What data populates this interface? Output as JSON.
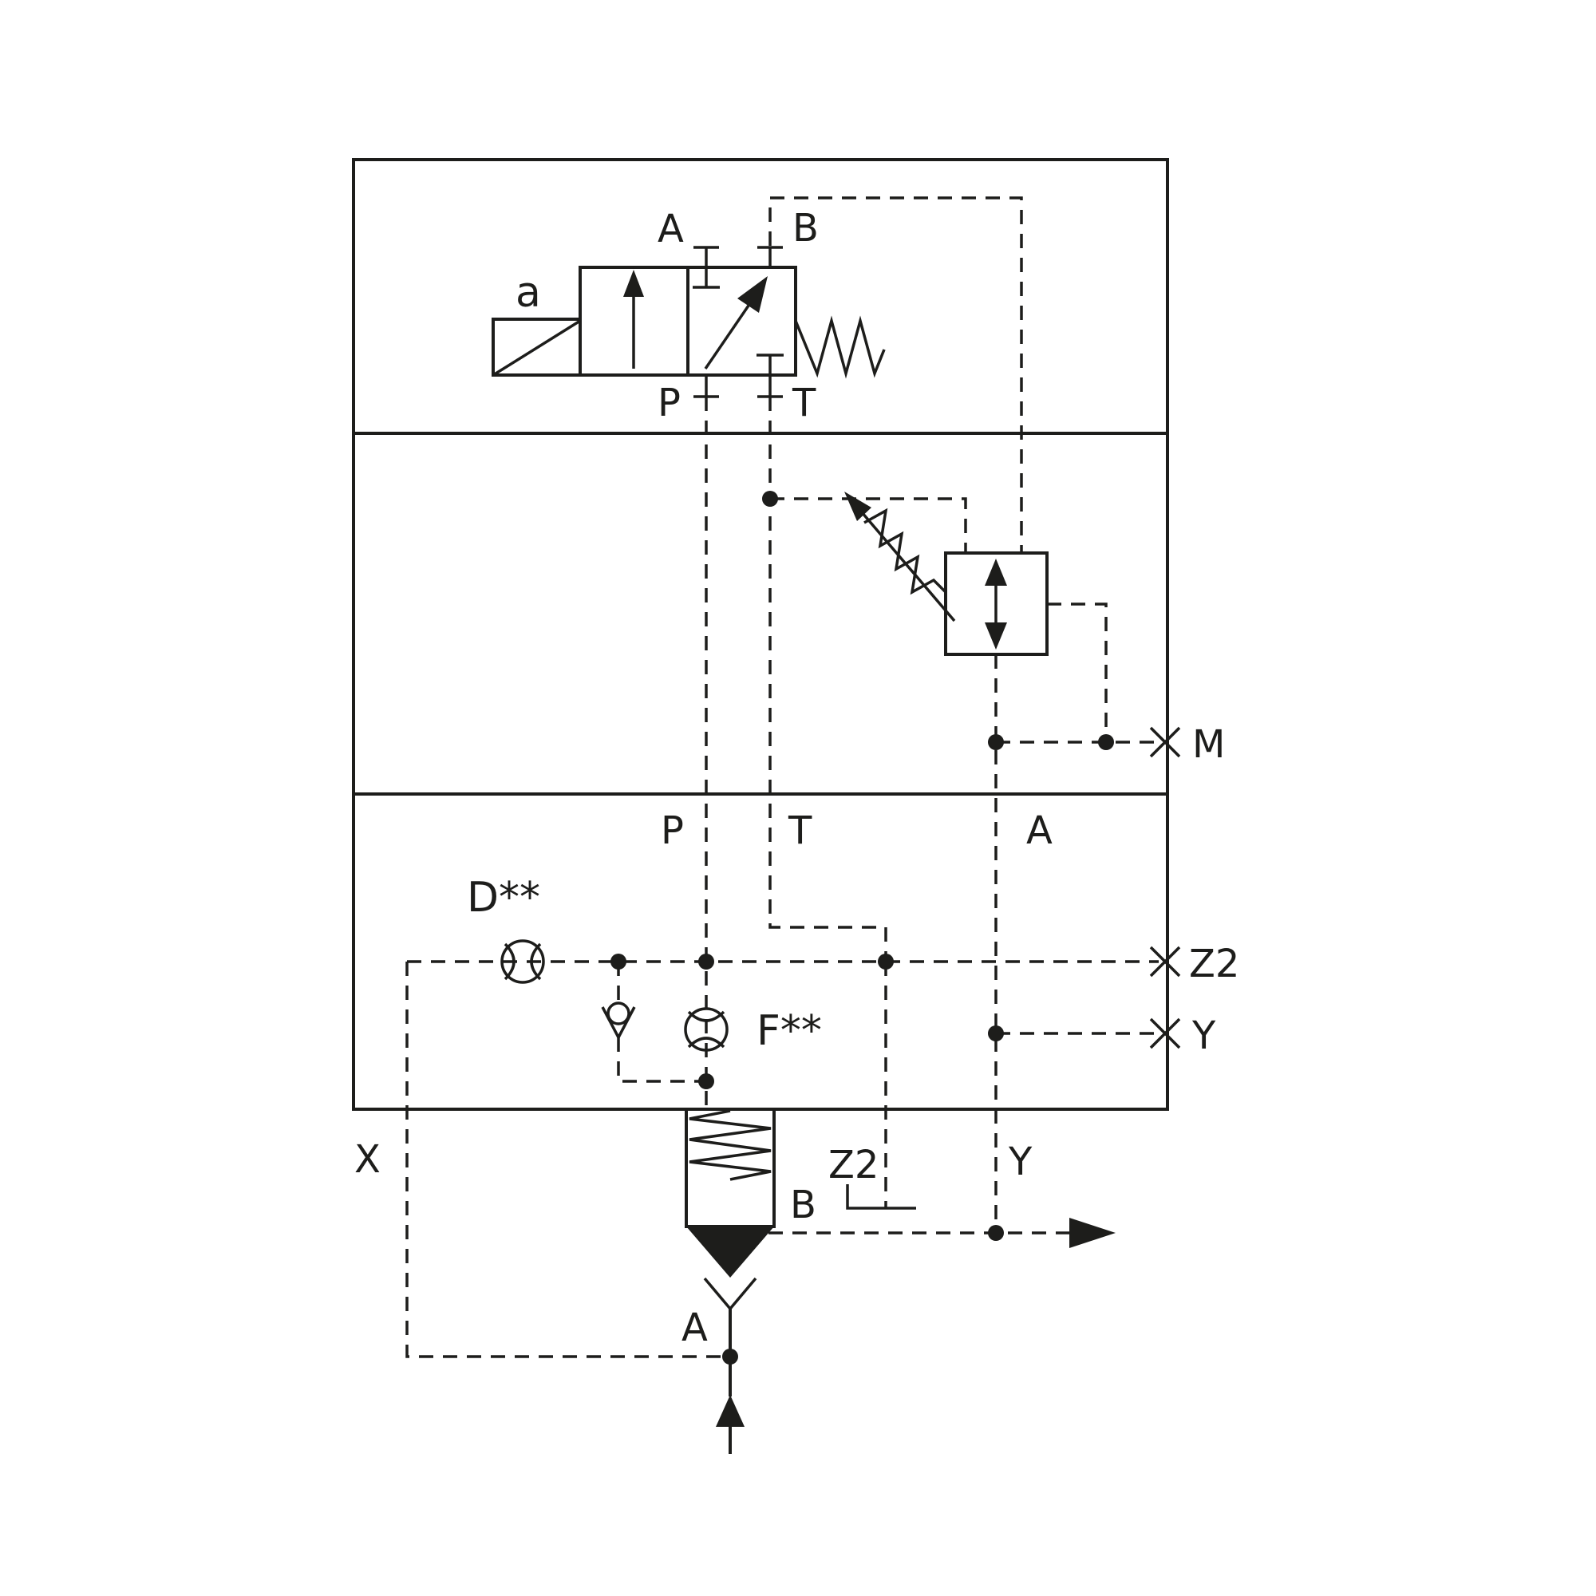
{
  "colors": {
    "line": "#1d1d1b",
    "background": "#ffffff"
  },
  "labels": {
    "solenoid_a": "a",
    "valve_port_a": "A",
    "valve_port_b": "B",
    "valve_port_p": "P",
    "valve_port_t": "T",
    "manifold_port_p": "P",
    "manifold_port_t": "T",
    "manifold_port_a": "A",
    "orifice_d": "D**",
    "orifice_f": "F**",
    "port_m": "M",
    "port_z2_side": "Z2",
    "port_y_side": "Y",
    "port_x": "X",
    "port_z2_bottom": "Z2",
    "port_y_bottom": "Y",
    "cartridge_port_b": "B",
    "cartridge_port_a": "A"
  }
}
